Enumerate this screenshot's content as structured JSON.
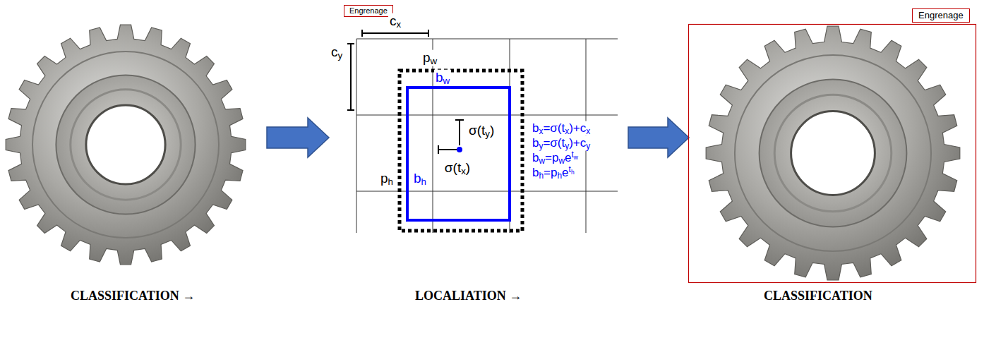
{
  "diagram": {
    "nodes": [
      {
        "text": [
          "Engrenage"
        ]
      },
      {
        "text": [
          "Engrenage"
        ]
      }
    ],
    "labels": [
      "cx",
      "cy",
      "pw",
      "bw",
      "σ(ty)",
      "ph",
      "bh",
      "σ(tx)",
      "bx=σ(tx)+cx",
      "by=σ(ty)+cy",
      "bw=pwetw",
      "bh=pheth",
      "CLASSIFICATION →",
      "LOCALIATION →",
      "CLASSIFICATION"
    ]
  }
}
